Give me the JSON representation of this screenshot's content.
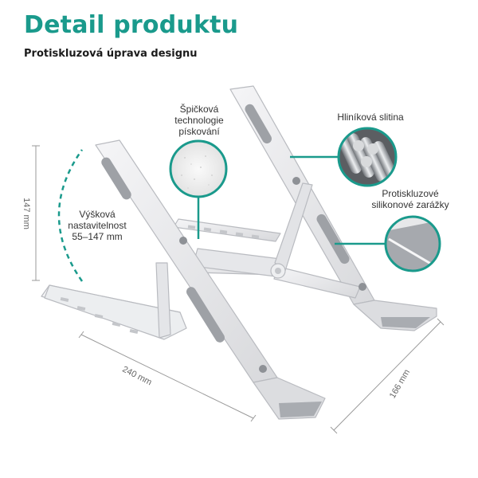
{
  "header": {
    "title": "Detail produktu",
    "subtitle": "Protiskluzová úprava designu"
  },
  "callouts": {
    "sandblasting": [
      "Špičková",
      "technologie",
      "pískování"
    ],
    "aluminium": "Hliníková slitina",
    "silicone": [
      "Protiskluzové",
      "silikonové zarážky"
    ],
    "height": [
      "Výšková",
      "nastavitelnost",
      "55–147 mm"
    ]
  },
  "dimensions": {
    "height": "147 mm",
    "width": "240 mm",
    "depth": "166 mm"
  },
  "colors": {
    "accent": "#1a9a8c",
    "metal": "#e9e9ec",
    "pad": "#9ea1a6"
  }
}
